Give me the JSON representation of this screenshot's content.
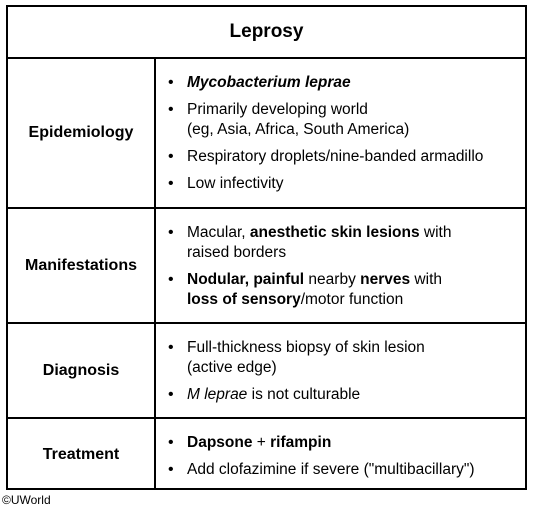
{
  "table": {
    "title": "Leprosy",
    "rows": [
      {
        "label": "Epidemiology",
        "items": [
          [
            {
              "t": "Mycobacterium leprae",
              "s": "bi"
            }
          ],
          [
            {
              "t": "Primarily developing world"
            },
            {
              "br": true
            },
            {
              "t": "(eg, Asia, Africa, South America)"
            }
          ],
          [
            {
              "t": "Respiratory droplets/nine-banded armadillo"
            }
          ],
          [
            {
              "t": "Low infectivity"
            }
          ]
        ]
      },
      {
        "label": "Manifestations",
        "items": [
          [
            {
              "t": "Macular, "
            },
            {
              "t": "anesthetic skin lesions",
              "s": "b"
            },
            {
              "t": " with"
            },
            {
              "br": true
            },
            {
              "t": "raised borders"
            }
          ],
          [
            {
              "t": "Nodular, painful",
              "s": "b"
            },
            {
              "t": " nearby "
            },
            {
              "t": "nerves",
              "s": "b"
            },
            {
              "t": " with"
            },
            {
              "br": true
            },
            {
              "t": "loss of sensory",
              "s": "b"
            },
            {
              "t": "/motor function"
            }
          ]
        ]
      },
      {
        "label": "Diagnosis",
        "items": [
          [
            {
              "t": "Full-thickness biopsy of skin lesion"
            },
            {
              "br": true
            },
            {
              "t": "(active edge)"
            }
          ],
          [
            {
              "t": "M leprae",
              "s": "i"
            },
            {
              "t": " is not culturable"
            }
          ]
        ]
      },
      {
        "label": "Treatment",
        "items": [
          [
            {
              "t": "Dapsone",
              "s": "b"
            },
            {
              "t": " + "
            },
            {
              "t": "rifampin",
              "s": "b"
            }
          ],
          [
            {
              "t": "Add clofazimine if severe (\"multibacillary\")"
            }
          ]
        ]
      }
    ]
  },
  "footer": {
    "copyright": "©UWorld"
  }
}
